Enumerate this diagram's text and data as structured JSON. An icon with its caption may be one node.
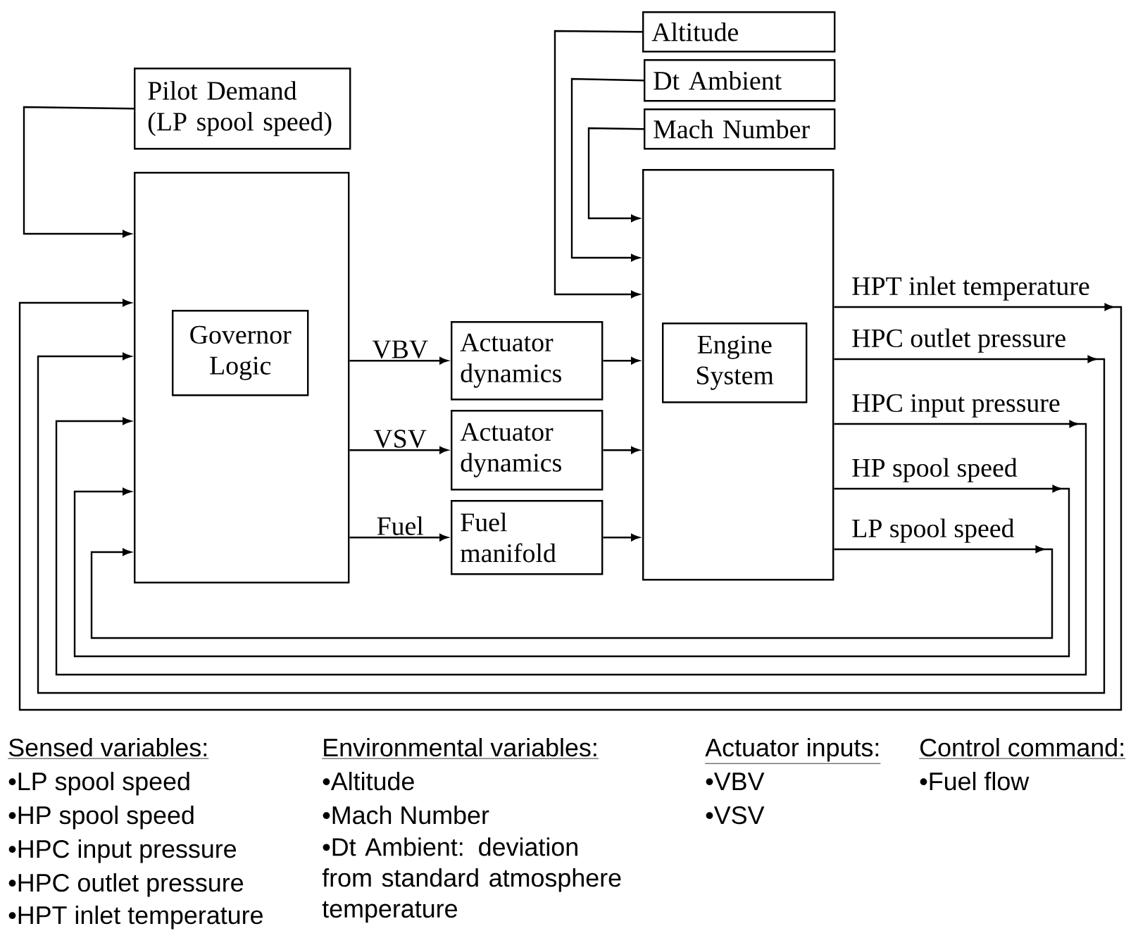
{
  "diagram": {
    "nodes": [
      {
        "text": [
          "Pilot Demand (LP spool speed)"
        ]
      },
      {
        "text": [],
        "shape": "box"
      },
      {
        "text": [
          "Governor Logic"
        ],
        "in": 1
      },
      {
        "text": [
          "Actuator dynamics"
        ]
      },
      {
        "text": [
          "Actuator dynamics"
        ]
      },
      {
        "text": [
          "Fuel manifold"
        ]
      },
      {
        "text": [
          "Altitude"
        ]
      },
      {
        "text": [
          "Dt Ambient"
        ]
      },
      {
        "text": [
          "Mach Number"
        ]
      },
      {
        "text": [],
        "shape": "box"
      },
      {
        "text": [
          "Engine System"
        ],
        "in": 9
      }
    ],
    "edges": [
      {
        "from": 0,
        "to": 1,
        "arrow": "to"
      },
      {
        "from": 1,
        "to": 3,
        "label": "VBV",
        "arrow": "to"
      },
      {
        "from": 1,
        "to": 4,
        "label": "VSV",
        "arrow": "to"
      },
      {
        "from": 1,
        "to": 5,
        "label": "Fuel",
        "arrow": "to"
      },
      {
        "from": 3,
        "to": 9,
        "arrow": "to"
      },
      {
        "from": 4,
        "to": 9,
        "arrow": "to"
      },
      {
        "from": 5,
        "to": 9,
        "arrow": "to"
      },
      {
        "from": 6,
        "to": 9,
        "arrow": "to"
      },
      {
        "from": 7,
        "to": 9,
        "arrow": "to"
      },
      {
        "from": 8,
        "to": 9,
        "arrow": "to"
      },
      {
        "from": 9,
        "to": 1,
        "label": "HPT inlet temperature",
        "arrow": "to"
      },
      {
        "from": 9,
        "to": 1,
        "label": "HPC outlet pressure",
        "arrow": "to"
      },
      {
        "from": 9,
        "to": 1,
        "label": "HPC input pressure",
        "arrow": "to"
      },
      {
        "from": 9,
        "to": 1,
        "label": "HP spool speed",
        "arrow": "to"
      },
      {
        "from": 9,
        "to": 1,
        "label": "LP spool speed",
        "arrow": "to"
      }
    ],
    "labels": [
      "Sensed variables:",
      "•LP spool speed",
      "•HP spool speed",
      "•HPC input pressure",
      "•HPC outlet pressure",
      "•HPT inlet temperature",
      "Environmental variables:",
      "•Altitude",
      "•Mach Number",
      "•Dt Ambient: deviation from standard atmosphere temperature",
      "Actuator inputs:",
      "•VBV",
      "•VSV",
      "Control command:",
      "•Fuel flow"
    ]
  }
}
